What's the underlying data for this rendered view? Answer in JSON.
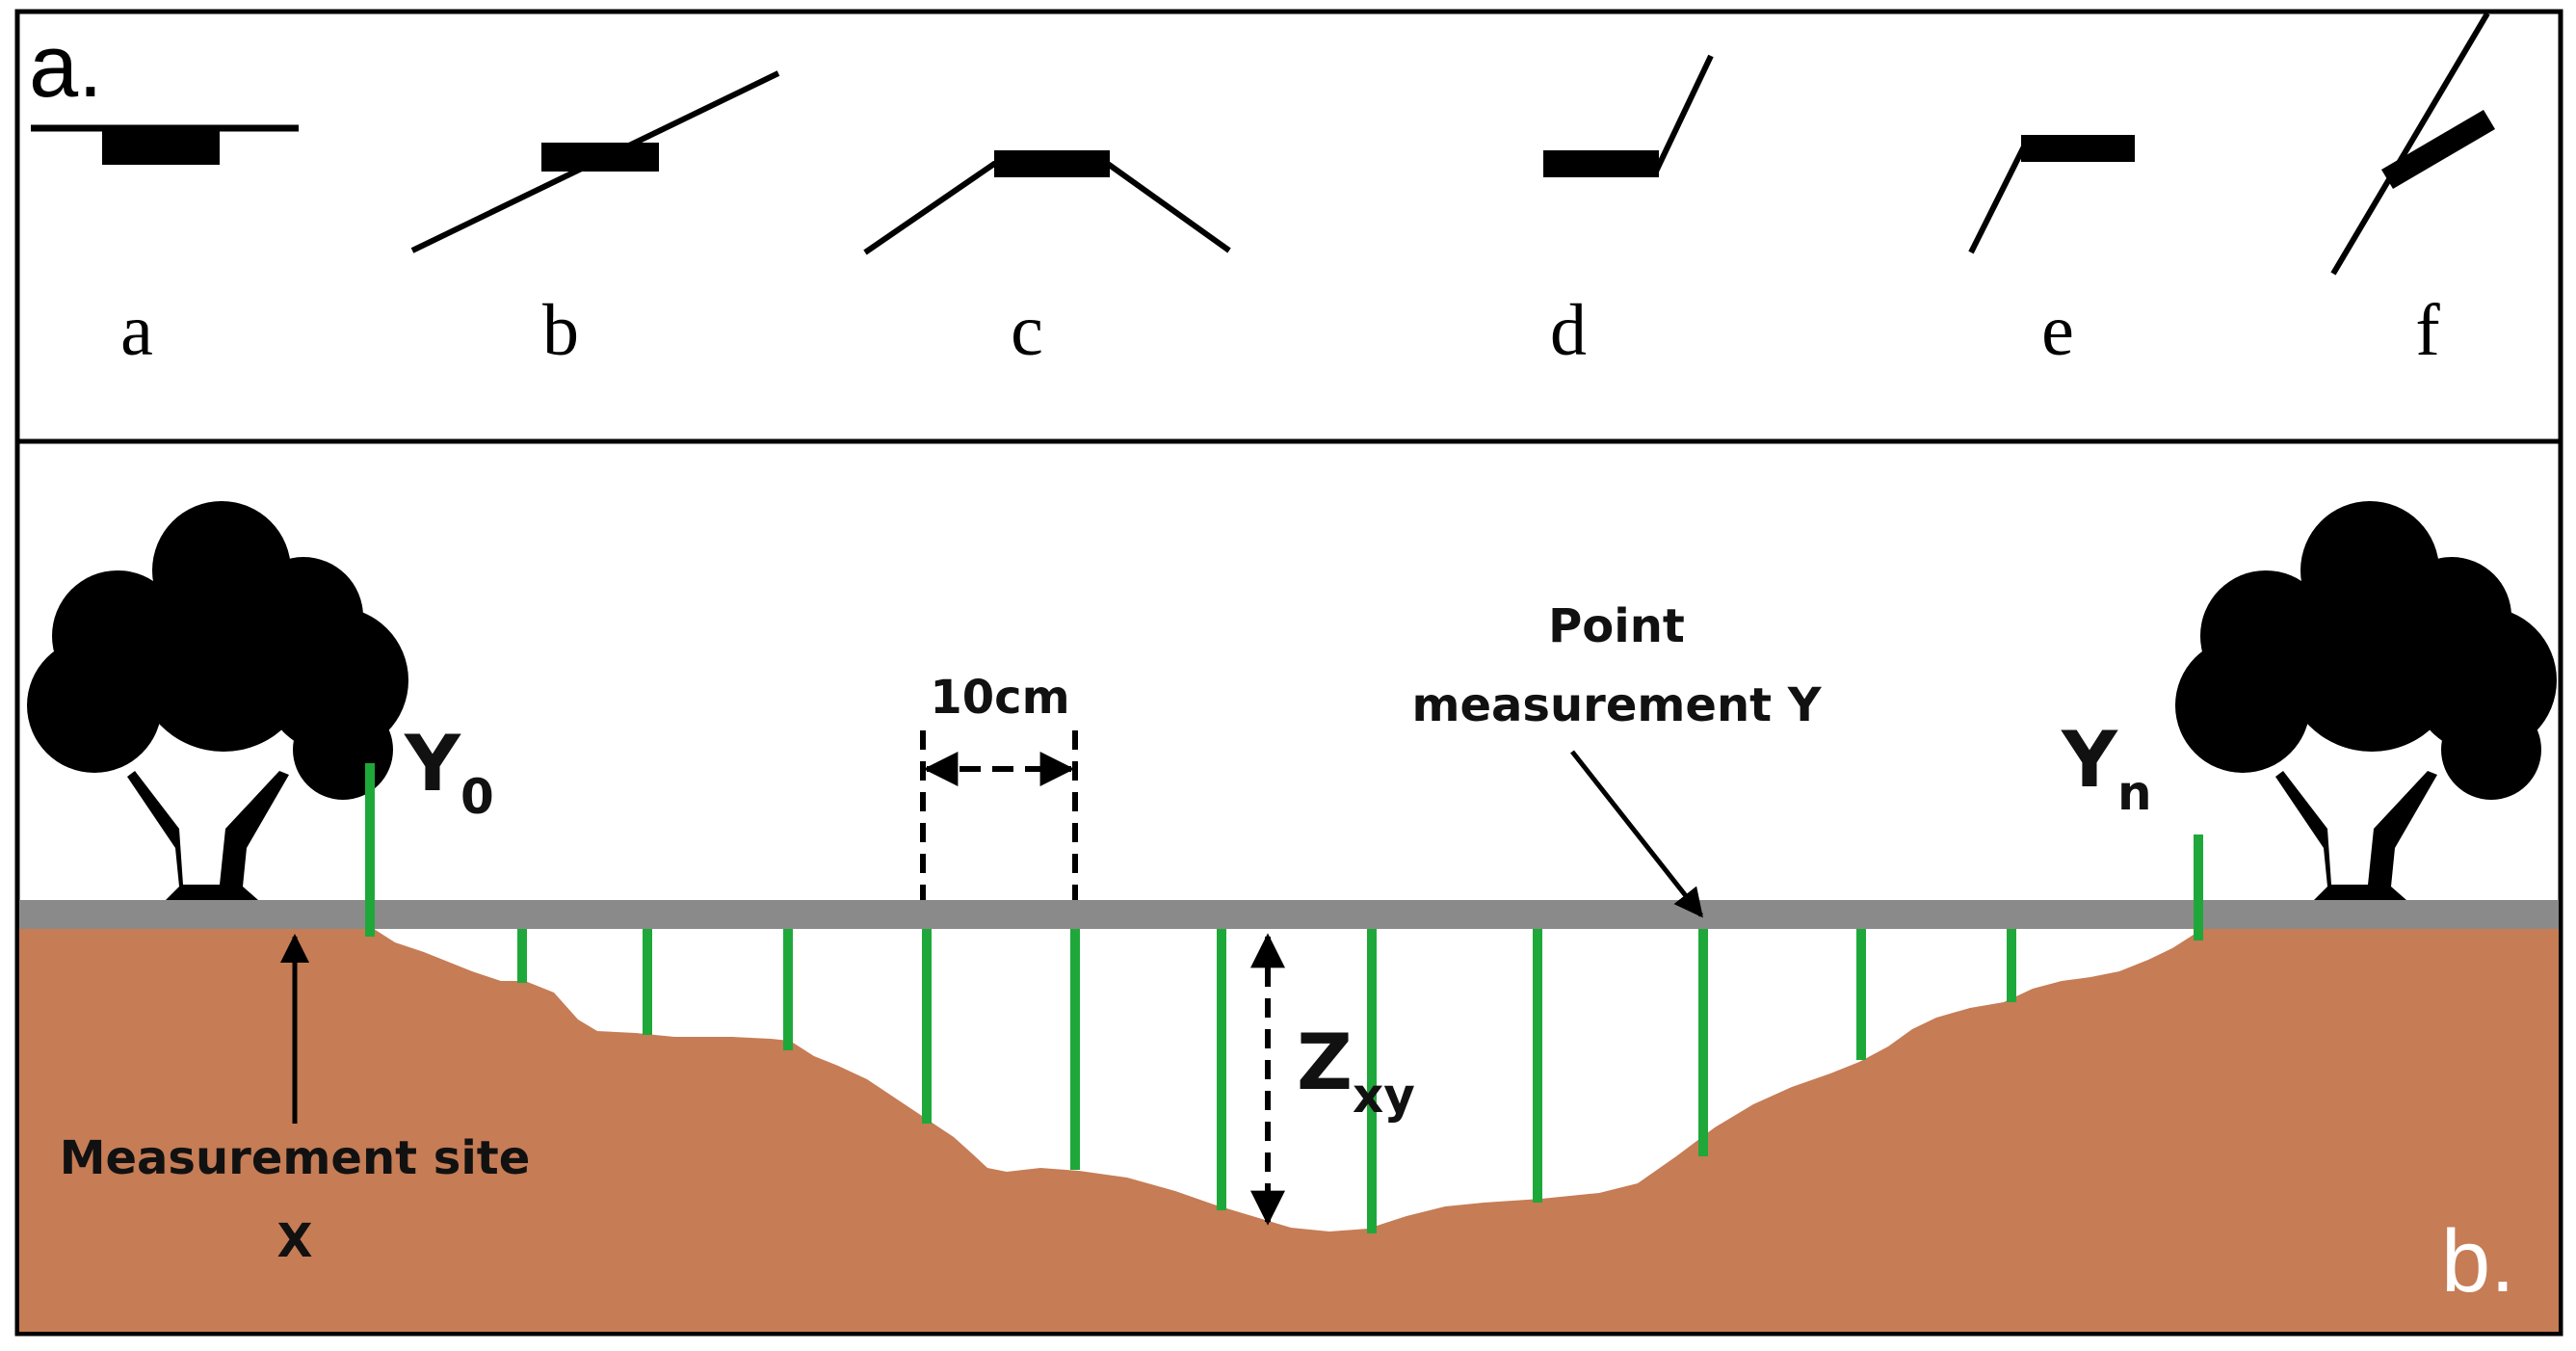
{
  "panel_a": {
    "letter": "a.",
    "configurations": [
      {
        "label": "a"
      },
      {
        "label": "b"
      },
      {
        "label": "c"
      },
      {
        "label": "d"
      },
      {
        "label": "e"
      },
      {
        "label": "f"
      }
    ]
  },
  "panel_b": {
    "letter": "b.",
    "y0": {
      "main": "Y",
      "sub": "0"
    },
    "yn": {
      "main": "Y",
      "sub": "n"
    },
    "spacing_label": "10cm",
    "point_label_line1": "Point",
    "point_label_line2": "measurement Y",
    "site_label_line1": "Measurement site",
    "site_label_line2": "X",
    "z_label": {
      "main": "Z",
      "sub": "xy"
    }
  },
  "colors": {
    "border": "#000000",
    "soil": "#C67C55",
    "surface_bar": "#8A8A8A",
    "pins": "#1FA83A",
    "tree": "#000000"
  }
}
